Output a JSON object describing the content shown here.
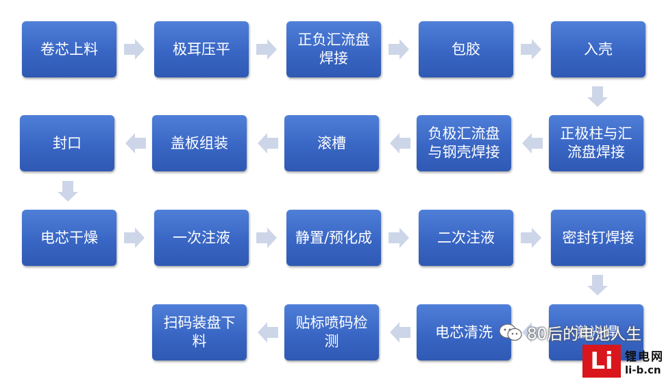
{
  "diagram": {
    "node_color": "#3b68c6",
    "arrow_color": "#cdd6e8",
    "steps": [
      "卷芯上料",
      "极耳压平",
      "正负汇流盘焊接",
      "包胶",
      "入壳",
      "正极柱与汇流盘焊接",
      "负极汇流盘与钢壳焊接",
      "滚槽",
      "盖板组装",
      "封口",
      "电芯干燥",
      "一次注液",
      "静置/预化成",
      "二次注液",
      "密封钉焊接",
      "激光焊",
      "电芯清洗",
      "贴标喷码检测",
      "扫码装盘下料"
    ]
  },
  "watermark": {
    "text": "80后的电池人生",
    "icon": "wechat-icon"
  },
  "logo": {
    "mark": "Li",
    "name": "锂电网",
    "url": "li-b.cn",
    "color": "#d9161c"
  }
}
